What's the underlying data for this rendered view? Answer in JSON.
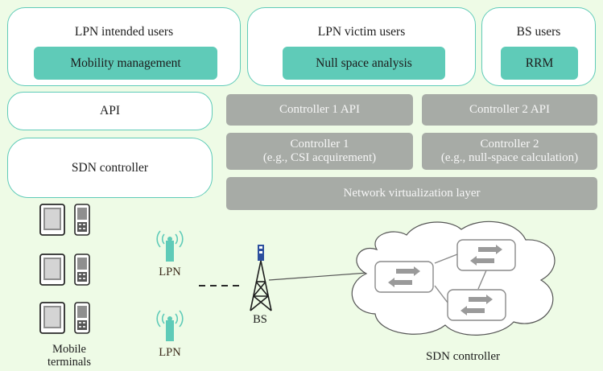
{
  "top_panels": {
    "lpn_intended": {
      "title": "LPN intended users",
      "button": "Mobility management"
    },
    "lpn_victim": {
      "title": "LPN victim users",
      "button": "Null space analysis"
    },
    "bs_users": {
      "title": "BS users",
      "button": "RRM"
    }
  },
  "left_stack": {
    "api": "API",
    "sdn_controller": "SDN controller"
  },
  "gray_blocks": {
    "controller1_api": "Controller 1 API",
    "controller2_api": "Controller 2 API",
    "controller1_line1": "Controller 1",
    "controller1_line2": "(e.g., CSI acquirement)",
    "controller2_line1": "Controller 2",
    "controller2_line2": "(e.g., null-space calculation)",
    "network_virtualization": "Network virtualization layer"
  },
  "network": {
    "lpn_top": "LPN",
    "lpn_bottom": "LPN",
    "bs": "BS",
    "mobile_terminals_line1": "Mobile",
    "mobile_terminals_line2": "terminals",
    "cloud_label": "SDN controller"
  },
  "colors": {
    "background": "#eefbe6",
    "teal": "#5fcbb8",
    "gray_block": "#a7aba6"
  }
}
